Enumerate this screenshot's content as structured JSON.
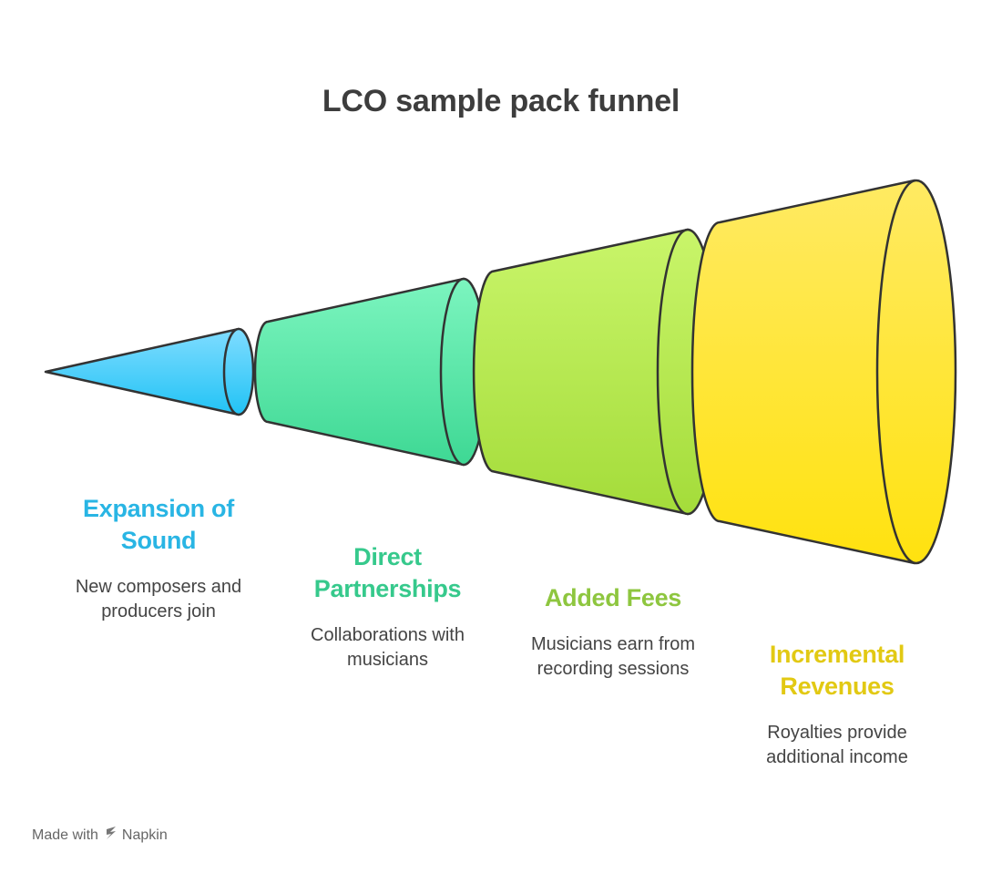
{
  "title": "LCO sample pack funnel",
  "stages": [
    {
      "title": "Expansion of Sound",
      "description": "New composers and producers join",
      "color": "#29b5e4",
      "fill_light": "#7fdcff",
      "fill_dark": "#22c3f5"
    },
    {
      "title": "Direct Partnerships",
      "description": "Collaborations with musicians",
      "color": "#36c98c",
      "fill_light": "#7cf5bf",
      "fill_dark": "#3ed894"
    },
    {
      "title": "Added Fees",
      "description": "Musicians earn from recording sessions",
      "color": "#8ec63f",
      "fill_light": "#c9f56a",
      "fill_dark": "#a4dc3a"
    },
    {
      "title": "Incremental Revenues",
      "description": "Royalties provide additional income",
      "color": "#e2c913",
      "fill_light": "#ffea63",
      "fill_dark": "#ffe20f"
    }
  ],
  "footer": {
    "made_with": "Made with",
    "brand": "Napkin"
  },
  "outline_color": "#333333"
}
